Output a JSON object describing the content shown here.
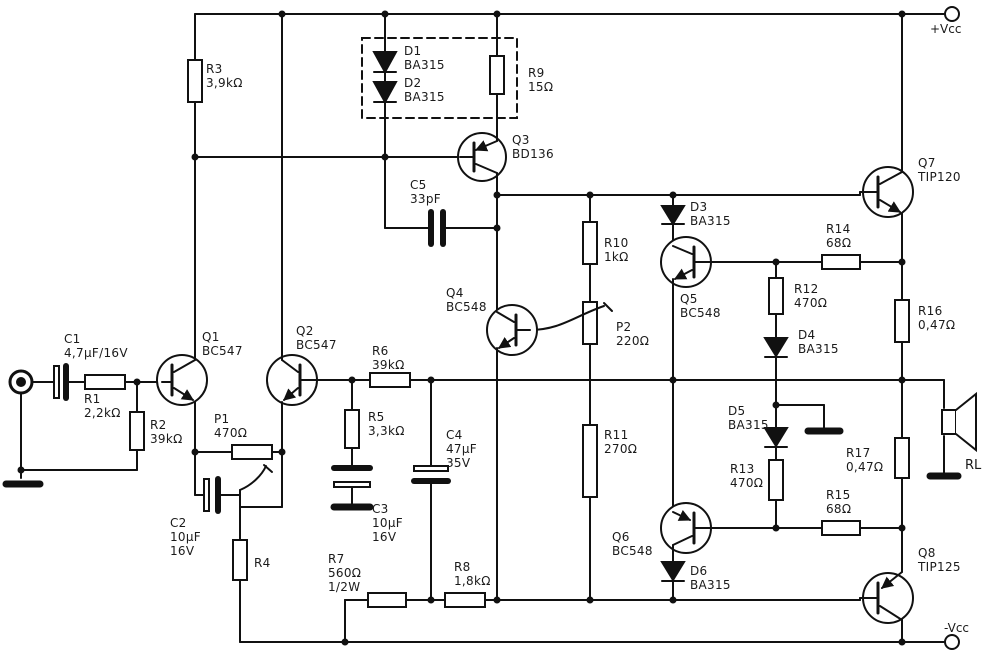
{
  "rails": {
    "pos": "+Vcc",
    "neg": "-Vcc"
  },
  "load": "RL",
  "components": {
    "d1": {
      "name": "D1",
      "value": "BA315"
    },
    "d2": {
      "name": "D2",
      "value": "BA315"
    },
    "r9": {
      "name": "R9",
      "value": "15Ω"
    },
    "r3": {
      "name": "R3",
      "value": "3,9kΩ"
    },
    "q3": {
      "name": "Q3",
      "value": "BD136"
    },
    "q7": {
      "name": "Q7",
      "value": "TIP120"
    },
    "c5": {
      "name": "C5",
      "value": "33pF"
    },
    "d3": {
      "name": "D3",
      "value": "BA315"
    },
    "r10": {
      "name": "R10",
      "value": "1kΩ"
    },
    "r14": {
      "name": "R14",
      "value": "68Ω"
    },
    "q5": {
      "name": "Q5",
      "value": "BC548"
    },
    "r12": {
      "name": "R12",
      "value": "470Ω"
    },
    "r16": {
      "name": "R16",
      "value": "0,47Ω"
    },
    "q4": {
      "name": "Q4",
      "value": "BC548"
    },
    "p2": {
      "name": "P2",
      "value": "220Ω"
    },
    "d4": {
      "name": "D4",
      "value": "BA315"
    },
    "c1": {
      "name": "C1",
      "value": "4,7µF/16V"
    },
    "q1": {
      "name": "Q1",
      "value": "BC547"
    },
    "q2": {
      "name": "Q2",
      "value": "BC547"
    },
    "r6": {
      "name": "R6",
      "value": "39kΩ"
    },
    "r1": {
      "name": "R1",
      "value": "2,2kΩ"
    },
    "r2": {
      "name": "R2",
      "value": "39kΩ"
    },
    "p1": {
      "name": "P1",
      "value": "470Ω"
    },
    "r5": {
      "name": "R5",
      "value": "3,3kΩ"
    },
    "c4": {
      "name": "C4",
      "value": "47µF",
      "value2": "35V"
    },
    "r11": {
      "name": "R11",
      "value": "270Ω"
    },
    "d5": {
      "name": "D5",
      "value": "BA315"
    },
    "r17": {
      "name": "R17",
      "value": "0,47Ω"
    },
    "r13": {
      "name": "R13",
      "value": "470Ω"
    },
    "c2": {
      "name": "C2",
      "value": "10µF",
      "value2": "16V"
    },
    "c3": {
      "name": "C3",
      "value": "10µF",
      "value2": "16V"
    },
    "r15": {
      "name": "R15",
      "value": "68Ω"
    },
    "q6": {
      "name": "Q6",
      "value": "BC548"
    },
    "q8": {
      "name": "Q8",
      "value": "TIP125"
    },
    "r4": {
      "name": "R4"
    },
    "d6": {
      "name": "D6",
      "value": "BA315"
    },
    "r7": {
      "name": "R7",
      "value": "560Ω",
      "value2": "1/2W"
    },
    "r8": {
      "name": "R8",
      "value": "1,8kΩ"
    }
  }
}
